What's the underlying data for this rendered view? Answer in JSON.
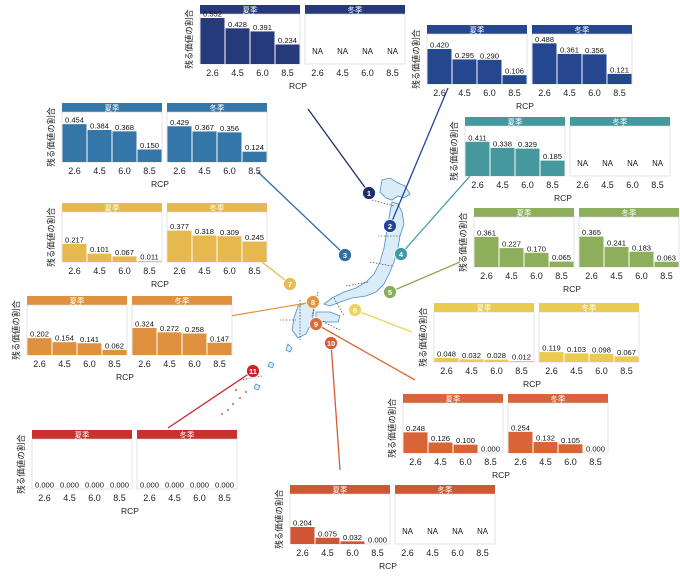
{
  "strip_labels": {
    "summer": "夏季",
    "winter": "冬季"
  },
  "ylabel": "残る価値の割合",
  "xlabel": "RCP",
  "na_label": "NA",
  "chart_data": [
    {
      "id": 1,
      "type": "bar",
      "categories": [
        "2.6",
        "4.5",
        "6.0",
        "8.5"
      ],
      "color": "#26397a",
      "series": [
        {
          "name": "夏季",
          "values": [
            0.552,
            0.428,
            0.391,
            0.234
          ],
          "labels": [
            "0.552",
            "0.428",
            "0.391",
            "0.234"
          ]
        },
        {
          "name": "冬季",
          "values": [
            null,
            null,
            null,
            null
          ],
          "labels": [
            "NA",
            "NA",
            "NA",
            "NA"
          ]
        }
      ],
      "ylim": [
        0,
        0.6
      ]
    },
    {
      "id": 2,
      "type": "bar",
      "categories": [
        "2.6",
        "4.5",
        "6.0",
        "8.5"
      ],
      "color": "#25478f",
      "series": [
        {
          "name": "夏季",
          "values": [
            0.42,
            0.295,
            0.29,
            0.106
          ],
          "labels": [
            "0.420",
            "0.295",
            "0.290",
            "0.106"
          ]
        },
        {
          "name": "冬季",
          "values": [
            0.488,
            0.361,
            0.356,
            0.121
          ],
          "labels": [
            "0.488",
            "0.361",
            "0.356",
            "0.121"
          ]
        }
      ],
      "ylim": [
        0,
        0.6
      ]
    },
    {
      "id": 3,
      "type": "bar",
      "categories": [
        "2.6",
        "4.5",
        "6.0",
        "8.5"
      ],
      "color": "#3576a8",
      "series": [
        {
          "name": "夏季",
          "values": [
            0.454,
            0.384,
            0.368,
            0.15
          ],
          "labels": [
            "0.454",
            "0.384",
            "0.368",
            "0.150"
          ]
        },
        {
          "name": "冬季",
          "values": [
            0.429,
            0.367,
            0.356,
            0.124
          ],
          "labels": [
            "0.429",
            "0.367",
            "0.356",
            "0.124"
          ]
        }
      ],
      "ylim": [
        0,
        0.6
      ]
    },
    {
      "id": 4,
      "type": "bar",
      "categories": [
        "2.6",
        "4.5",
        "6.0",
        "8.5"
      ],
      "color": "#45999e",
      "series": [
        {
          "name": "夏季",
          "values": [
            0.411,
            0.338,
            0.329,
            0.185
          ],
          "labels": [
            "0.411",
            "0.338",
            "0.329",
            "0.185"
          ]
        },
        {
          "name": "冬季",
          "values": [
            null,
            null,
            null,
            null
          ],
          "labels": [
            "NA",
            "NA",
            "NA",
            "NA"
          ]
        }
      ],
      "ylim": [
        0,
        0.6
      ]
    },
    {
      "id": 5,
      "type": "bar",
      "categories": [
        "2.6",
        "4.5",
        "6.0",
        "8.5"
      ],
      "color": "#8daf5c",
      "series": [
        {
          "name": "夏季",
          "values": [
            0.361,
            0.227,
            0.17,
            0.065
          ],
          "labels": [
            "0.361",
            "0.227",
            "0.170",
            "0.065"
          ]
        },
        {
          "name": "冬季",
          "values": [
            0.365,
            0.241,
            0.183,
            0.063
          ],
          "labels": [
            "0.365",
            "0.241",
            "0.183",
            "0.063"
          ]
        }
      ],
      "ylim": [
        0,
        0.6
      ]
    },
    {
      "id": 6,
      "type": "bar",
      "categories": [
        "2.6",
        "4.5",
        "6.0",
        "8.5"
      ],
      "color": "#e8cb4f",
      "series": [
        {
          "name": "夏季",
          "values": [
            0.048,
            0.032,
            0.028,
            0.012
          ],
          "labels": [
            "0.048",
            "0.032",
            "0.028",
            "0.012"
          ]
        },
        {
          "name": "冬季",
          "values": [
            0.119,
            0.103,
            0.098,
            0.067
          ],
          "labels": [
            "0.119",
            "0.103",
            "0.098",
            "0.067"
          ]
        }
      ],
      "ylim": [
        0,
        0.6
      ]
    },
    {
      "id": 7,
      "type": "bar",
      "categories": [
        "2.6",
        "4.5",
        "6.0",
        "8.5"
      ],
      "color": "#e6b94e",
      "series": [
        {
          "name": "夏季",
          "values": [
            0.217,
            0.101,
            0.067,
            0.011
          ],
          "labels": [
            "0.217",
            "0.101",
            "0.067",
            "0.011"
          ]
        },
        {
          "name": "冬季",
          "values": [
            0.377,
            0.318,
            0.309,
            0.245
          ],
          "labels": [
            "0.377",
            "0.318",
            "0.309",
            "0.245"
          ]
        }
      ],
      "ylim": [
        0,
        0.6
      ]
    },
    {
      "id": 8,
      "type": "bar",
      "categories": [
        "2.6",
        "4.5",
        "6.0",
        "8.5"
      ],
      "color": "#e0913f",
      "series": [
        {
          "name": "夏季",
          "values": [
            0.202,
            0.154,
            0.141,
            0.062
          ],
          "labels": [
            "0.202",
            "0.154",
            "0.141",
            "0.062"
          ]
        },
        {
          "name": "冬季",
          "values": [
            0.324,
            0.272,
            0.258,
            0.147
          ],
          "labels": [
            "0.324",
            "0.272",
            "0.258",
            "0.147"
          ]
        }
      ],
      "ylim": [
        0,
        0.6
      ]
    },
    {
      "id": 9,
      "type": "bar",
      "categories": [
        "2.6",
        "4.5",
        "6.0",
        "8.5"
      ],
      "color": "#d86437",
      "series": [
        {
          "name": "夏季",
          "values": [
            0.248,
            0.126,
            0.1,
            0.0
          ],
          "labels": [
            "0.248",
            "0.126",
            "0.100",
            "0.000"
          ]
        },
        {
          "name": "冬季",
          "values": [
            0.254,
            0.132,
            0.105,
            0.0
          ],
          "labels": [
            "0.254",
            "0.132",
            "0.105",
            "0.000"
          ]
        }
      ],
      "ylim": [
        0,
        0.6
      ]
    },
    {
      "id": 10,
      "type": "bar",
      "categories": [
        "2.6",
        "4.5",
        "6.0",
        "8.5"
      ],
      "color": "#d05736",
      "series": [
        {
          "name": "夏季",
          "values": [
            0.204,
            0.075,
            0.032,
            0.0
          ],
          "labels": [
            "0.204",
            "0.075",
            "0.032",
            "0.000"
          ]
        },
        {
          "name": "冬季",
          "values": [
            null,
            null,
            null,
            null
          ],
          "labels": [
            "NA",
            "NA",
            "NA",
            "NA"
          ]
        }
      ],
      "ylim": [
        0,
        0.6
      ]
    },
    {
      "id": 11,
      "type": "bar",
      "categories": [
        "2.6",
        "4.5",
        "6.0",
        "8.5"
      ],
      "color": "#c8312c",
      "series": [
        {
          "name": "夏季",
          "values": [
            0.0,
            0.0,
            0.0,
            0.0
          ],
          "labels": [
            "0.000",
            "0.000",
            "0.000",
            "0.000"
          ]
        },
        {
          "name": "冬季",
          "values": [
            0.0,
            0.0,
            0.0,
            0.0
          ],
          "labels": [
            "0.000",
            "0.000",
            "0.000",
            "0.000"
          ]
        }
      ],
      "ylim": [
        0,
        0.6
      ]
    }
  ],
  "region_markers": [
    {
      "id": 1,
      "label": "1",
      "color": "#1f2d6b"
    },
    {
      "id": 2,
      "label": "2",
      "color": "#23469a"
    },
    {
      "id": 3,
      "label": "3",
      "color": "#2f6fa6"
    },
    {
      "id": 4,
      "label": "4",
      "color": "#3f9aa8"
    },
    {
      "id": 5,
      "label": "5",
      "color": "#86ad58"
    },
    {
      "id": 6,
      "label": "6",
      "color": "#ecd35a"
    },
    {
      "id": 7,
      "label": "7",
      "color": "#e8bc50"
    },
    {
      "id": 8,
      "label": "8",
      "color": "#e4963f"
    },
    {
      "id": 9,
      "label": "9",
      "color": "#dc6a38"
    },
    {
      "id": 10,
      "label": "10",
      "color": "#d65a34"
    },
    {
      "id": 11,
      "label": "11",
      "color": "#c1272d"
    }
  ]
}
